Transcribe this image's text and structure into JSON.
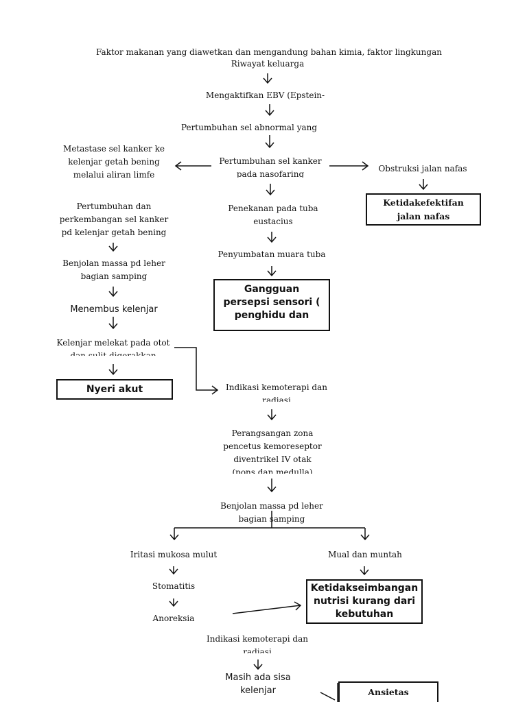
{
  "nodes": {
    "factors": "Faktor makanan yang diawetkan dan mengandung bahan kimia, faktor lingkungan",
    "family_history": "Riwayat keluarga",
    "ebv": "Mengaktifkan EBV (Epstein-Barr",
    "abnormal_growth": "Pertumbuhan sel abnormal yang tak",
    "nasopharynx_growth": "Pertumbuhan sel kanker pada nasofaring",
    "metastasis": "Metastase sel kanker ke kelenjar getah bening melalui aliran limfe",
    "airway_obstruction": "Obstruksi jalan nafas",
    "airway_diagnosis": "Ketidakefektifan jalan nafas",
    "lymph_growth": "Pertumbuhan dan perkembangan sel kanker pd kelenjar getah bening",
    "tuba_pressure": "Penekanan pada tuba eustacius",
    "neck_mass": "Benjolan massa pd leher bagian samping",
    "tuba_blockage": "Penyumbatan muara tuba",
    "sensory_diagnosis": "Gangguan persepsi sensori ( penghidu dan",
    "penetrate_gland": "Menembus kelenjar",
    "gland_attached": "Kelenjar melekat pada otot dan sulit digerakkan",
    "pain_diagnosis": "Nyeri akut",
    "chemo_indication": "Indikasi kemoterapi dan radiasi",
    "zone_stimulation": "Perangsangan zona pencetus kemoreseptor diventrikel IV otak (pons dan medulla)",
    "neck_mass_2": "Benjolan massa pd leher bagian samping",
    "oral_irritation": "Iritasi mukosa mulut",
    "nausea": "Mual dan muntah",
    "stomatitis": "Stomatitis",
    "nutrition_diagnosis": "Ketidakseimbangan nutrisi kurang dari kebutuhan",
    "anorexia": "Anoreksia",
    "chemo_indication_2": "Indikasi kemoterapi dan radiasi",
    "remaining_gland": "Masih ada sisa kelenjar",
    "anxiety_diagnosis": "Ansietas"
  }
}
